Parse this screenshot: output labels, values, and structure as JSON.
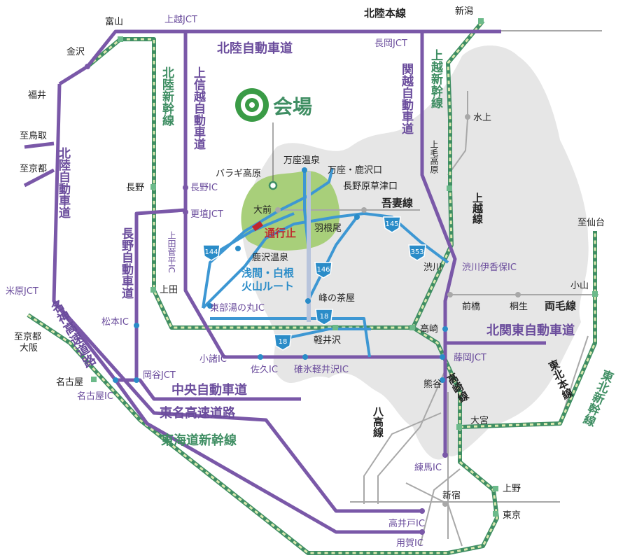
{
  "venue": {
    "label": "会場",
    "place": "バラギ高原"
  },
  "colors": {
    "expressway": "#7a58a8",
    "shinkansen": "#3f8e63",
    "road": "#3d97d3",
    "rail": "#a8a8a8",
    "area": "#e6e6e6",
    "park": "#a8cf7a",
    "closed": "#c0272d"
  },
  "expressways": [
    {
      "name": "北陸自動車道"
    },
    {
      "name": "北陸自動車道"
    },
    {
      "name": "上信越自動車道"
    },
    {
      "name": "関越自動車道"
    },
    {
      "name": "長野自動車道"
    },
    {
      "name": "名神高速道路"
    },
    {
      "name": "中央自動車道"
    },
    {
      "name": "東名高速道路"
    },
    {
      "name": "北関東自動車道"
    }
  ],
  "shinkansen": [
    {
      "name": "北陸新幹線"
    },
    {
      "name": "上越新幹線"
    },
    {
      "name": "東北新幹線"
    },
    {
      "name": "東海道新幹線"
    }
  ],
  "rail_lines": [
    {
      "name": "北陸本線"
    },
    {
      "name": "吾妻線"
    },
    {
      "name": "上越線"
    },
    {
      "name": "両毛線"
    },
    {
      "name": "高崎線"
    },
    {
      "name": "東北本線"
    },
    {
      "name": "八高線"
    }
  ],
  "route_label": {
    "line1": "浅間・白根",
    "line2": "火山ルート"
  },
  "closure": "通行止",
  "route_numbers": [
    "144",
    "145",
    "353",
    "146",
    "18",
    "18"
  ],
  "places": [
    "富山",
    "金沢",
    "福井",
    "至鳥取",
    "至京都",
    "米原JCT",
    "至京都",
    "大阪",
    "名古屋",
    "名古屋IC",
    "岡谷JCT",
    "松本IC",
    "長野",
    "上田",
    "長野IC",
    "更埴JCT",
    "上田菅平IC",
    "東部湯の丸IC",
    "小諸IC",
    "佐久IC",
    "碓氷軽井沢IC",
    "軽井沢",
    "上越JCT",
    "長岡JCT",
    "新潟",
    "水上",
    "上毛高原",
    "渋川",
    "渋川伊香保IC",
    "前橋",
    "桐生",
    "小山",
    "至仙台",
    "高崎",
    "藤岡JCT",
    "熊谷",
    "大宮",
    "練馬IC",
    "新宿",
    "上野",
    "東京",
    "高井戸IC",
    "用賀IC",
    "万座温泉",
    "万座・鹿沢口",
    "長野原草津口",
    "大前",
    "羽根尾",
    "鹿沢温泉",
    "峰の茶屋"
  ]
}
